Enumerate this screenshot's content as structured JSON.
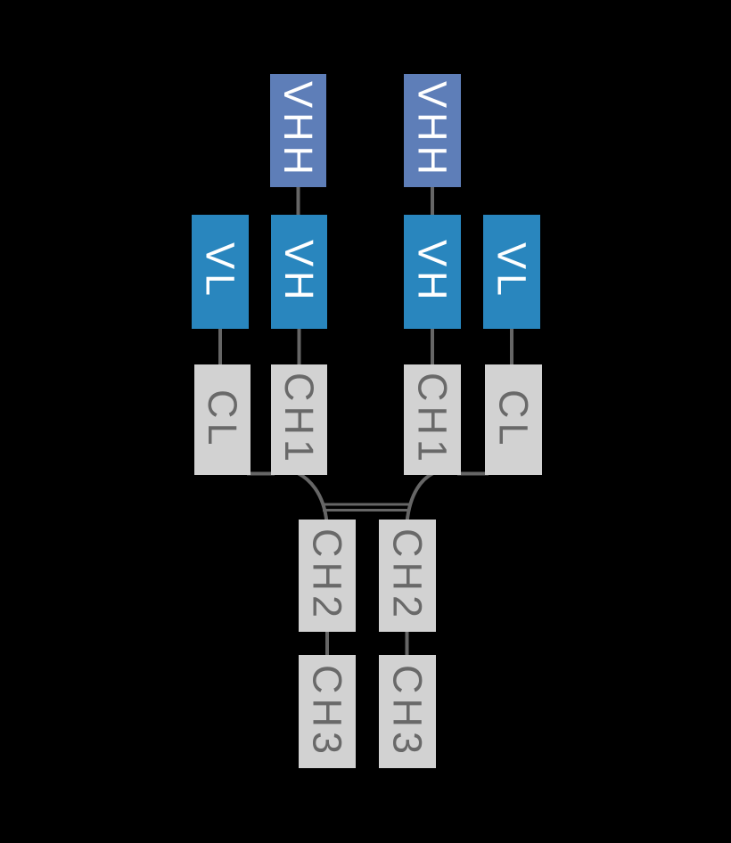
{
  "diagram": {
    "type": "antibody-domain-structure",
    "colors": {
      "background": "#000000",
      "vhh_fill": "#5E7EB8",
      "variable_fill": "#2986BE",
      "constant_fill": "#D2D2D2",
      "constant_text": "#696969",
      "variable_text": "#FFFFFF",
      "connector": "#666666"
    },
    "domains": {
      "vhh": [
        "VHH",
        "VHH"
      ],
      "variable": [
        "VL",
        "VH",
        "VH",
        "VL"
      ],
      "constant_upper": [
        "CL",
        "CH1",
        "CH1",
        "CL"
      ],
      "ch2": [
        "CH2",
        "CH2"
      ],
      "ch3": [
        "CH3",
        "CH3"
      ]
    }
  }
}
